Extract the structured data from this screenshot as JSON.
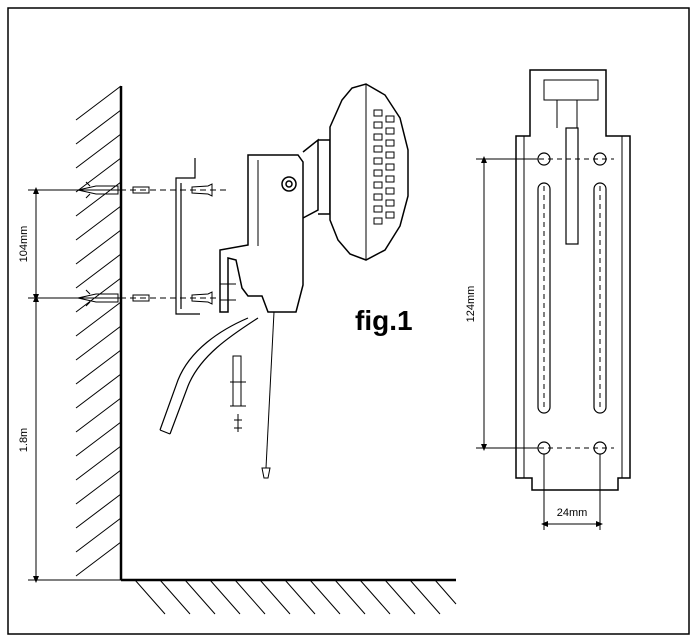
{
  "figure": {
    "title": "fig.1"
  },
  "dimensions": {
    "bracket_hole_spacing": "104mm",
    "mounting_height": "1.8m",
    "bracket_length": "124mm",
    "bracket_width": "24mm"
  },
  "colors": {
    "line": "#000000",
    "background": "#ffffff"
  }
}
